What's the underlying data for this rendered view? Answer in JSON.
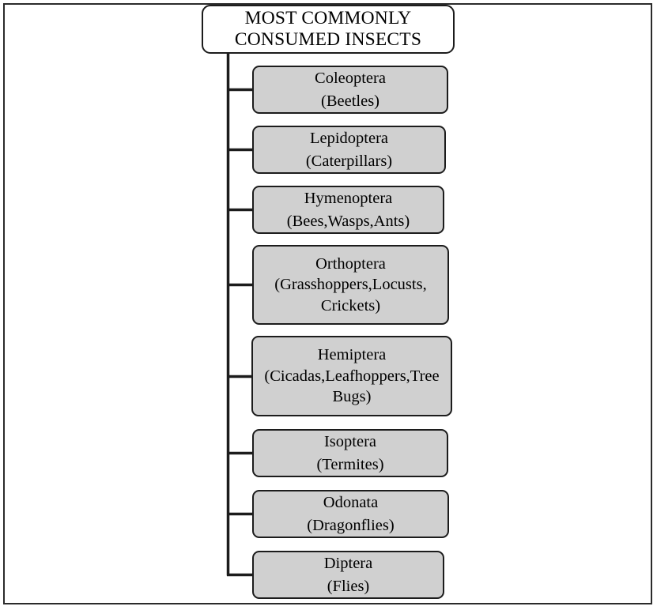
{
  "diagram": {
    "type": "hierarchy-tree",
    "orientation": "vertical-trunk-right-branches",
    "root": {
      "title_line1": "MOST COMMONLY",
      "title_line2": "CONSUMED INSECTS",
      "fill_color": "#ffffff",
      "border_color": "#1c1c1c"
    },
    "style": {
      "child_fill_color": "#d0d0d0",
      "child_border_color": "#1c1c1c",
      "connector_color": "#1c1c1c",
      "frame_color": "#2b2b2b",
      "background_color": "#ffffff"
    },
    "children": [
      {
        "order": "coleoptera",
        "name": "Coleoptera",
        "common": "(Beetles)",
        "lines": 2
      },
      {
        "order": "lepidoptera",
        "name": "Lepidoptera",
        "common": "(Caterpillars)",
        "lines": 2
      },
      {
        "order": "hymenoptera",
        "name": "Hymenoptera",
        "common": "(Bees,Wasps,Ants)",
        "lines": 2
      },
      {
        "order": "orthoptera",
        "name": "Orthoptera",
        "common": "(Grasshoppers,Locusts,",
        "common2": "Crickets)",
        "lines": 3
      },
      {
        "order": "hemiptera",
        "name": "Hemiptera",
        "common": "(Cicadas,Leafhoppers,Tree",
        "common2": "Bugs)",
        "lines": 3
      },
      {
        "order": "isoptera",
        "name": "Isoptera",
        "common": "(Termites)",
        "lines": 2
      },
      {
        "order": "odonata",
        "name": "Odonata",
        "common": "(Dragonflies)",
        "lines": 2
      },
      {
        "order": "diptera",
        "name": "Diptera",
        "common": "(Flies)",
        "lines": 2
      }
    ]
  }
}
